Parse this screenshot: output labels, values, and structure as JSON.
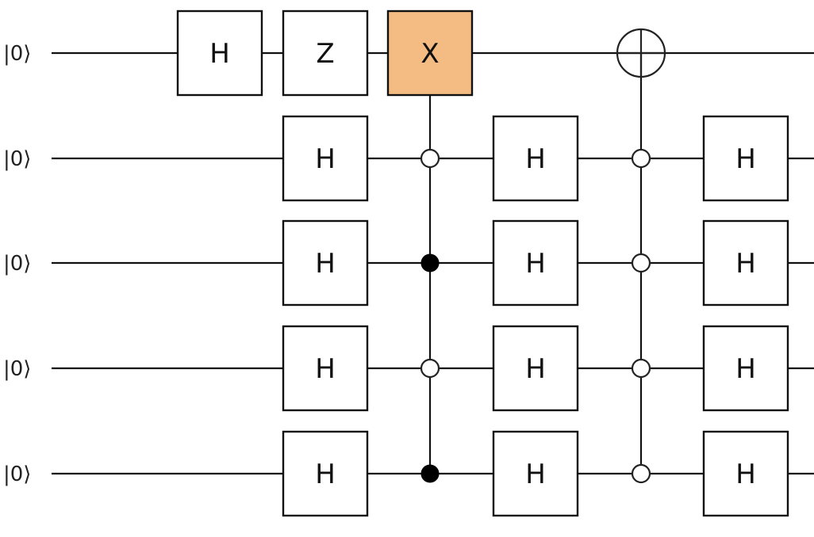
{
  "diagram": {
    "type": "quantum-circuit",
    "qubits": [
      {
        "label": "|0⟩"
      },
      {
        "label": "|0⟩"
      },
      {
        "label": "|0⟩"
      },
      {
        "label": "|0⟩"
      },
      {
        "label": "|0⟩"
      }
    ],
    "columns": [
      {
        "ops": [
          {
            "type": "gate",
            "qubit": 0,
            "label": "H"
          }
        ]
      },
      {
        "ops": [
          {
            "type": "gate",
            "qubit": 0,
            "label": "Z"
          },
          {
            "type": "gate",
            "qubit": 1,
            "label": "H"
          },
          {
            "type": "gate",
            "qubit": 2,
            "label": "H"
          },
          {
            "type": "gate",
            "qubit": 3,
            "label": "H"
          },
          {
            "type": "gate",
            "qubit": 4,
            "label": "H"
          }
        ]
      },
      {
        "ops": [
          {
            "type": "controlled-gate",
            "target": 0,
            "label": "X",
            "highlight": true,
            "controls": [
              {
                "qubit": 1,
                "state": "open"
              },
              {
                "qubit": 2,
                "state": "closed"
              },
              {
                "qubit": 3,
                "state": "open"
              },
              {
                "qubit": 4,
                "state": "closed"
              }
            ]
          }
        ]
      },
      {
        "ops": [
          {
            "type": "gate",
            "qubit": 1,
            "label": "H"
          },
          {
            "type": "gate",
            "qubit": 2,
            "label": "H"
          },
          {
            "type": "gate",
            "qubit": 3,
            "label": "H"
          },
          {
            "type": "gate",
            "qubit": 4,
            "label": "H"
          }
        ]
      },
      {
        "ops": [
          {
            "type": "cnot",
            "target": 0,
            "controls": [
              {
                "qubit": 1,
                "state": "open"
              },
              {
                "qubit": 2,
                "state": "open"
              },
              {
                "qubit": 3,
                "state": "open"
              },
              {
                "qubit": 4,
                "state": "open"
              }
            ]
          }
        ]
      },
      {
        "ops": [
          {
            "type": "gate",
            "qubit": 1,
            "label": "H"
          },
          {
            "type": "gate",
            "qubit": 2,
            "label": "H"
          },
          {
            "type": "gate",
            "qubit": 3,
            "label": "H"
          },
          {
            "type": "gate",
            "qubit": 4,
            "label": "H"
          }
        ]
      }
    ],
    "colors": {
      "wire": "#111111",
      "gate_fill": "#ffffff",
      "highlight_fill": "#f4bc82"
    }
  }
}
